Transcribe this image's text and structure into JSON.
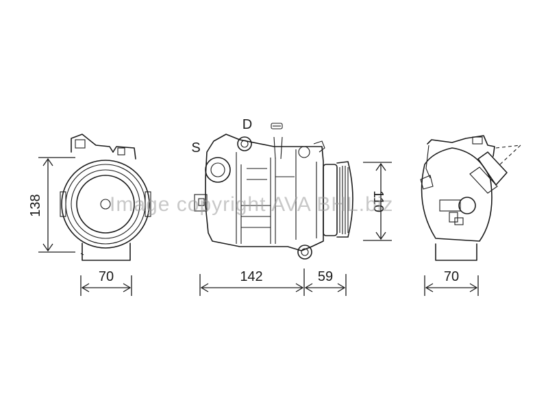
{
  "dimensions": {
    "left_height": "138",
    "left_width": "70",
    "side_length": "142",
    "pulley_length": "59",
    "side_height": "110",
    "right_width": "70"
  },
  "ports": {
    "suction": "S",
    "discharge": "D"
  },
  "watermark": "Image copyright AVA BHL.biz"
}
